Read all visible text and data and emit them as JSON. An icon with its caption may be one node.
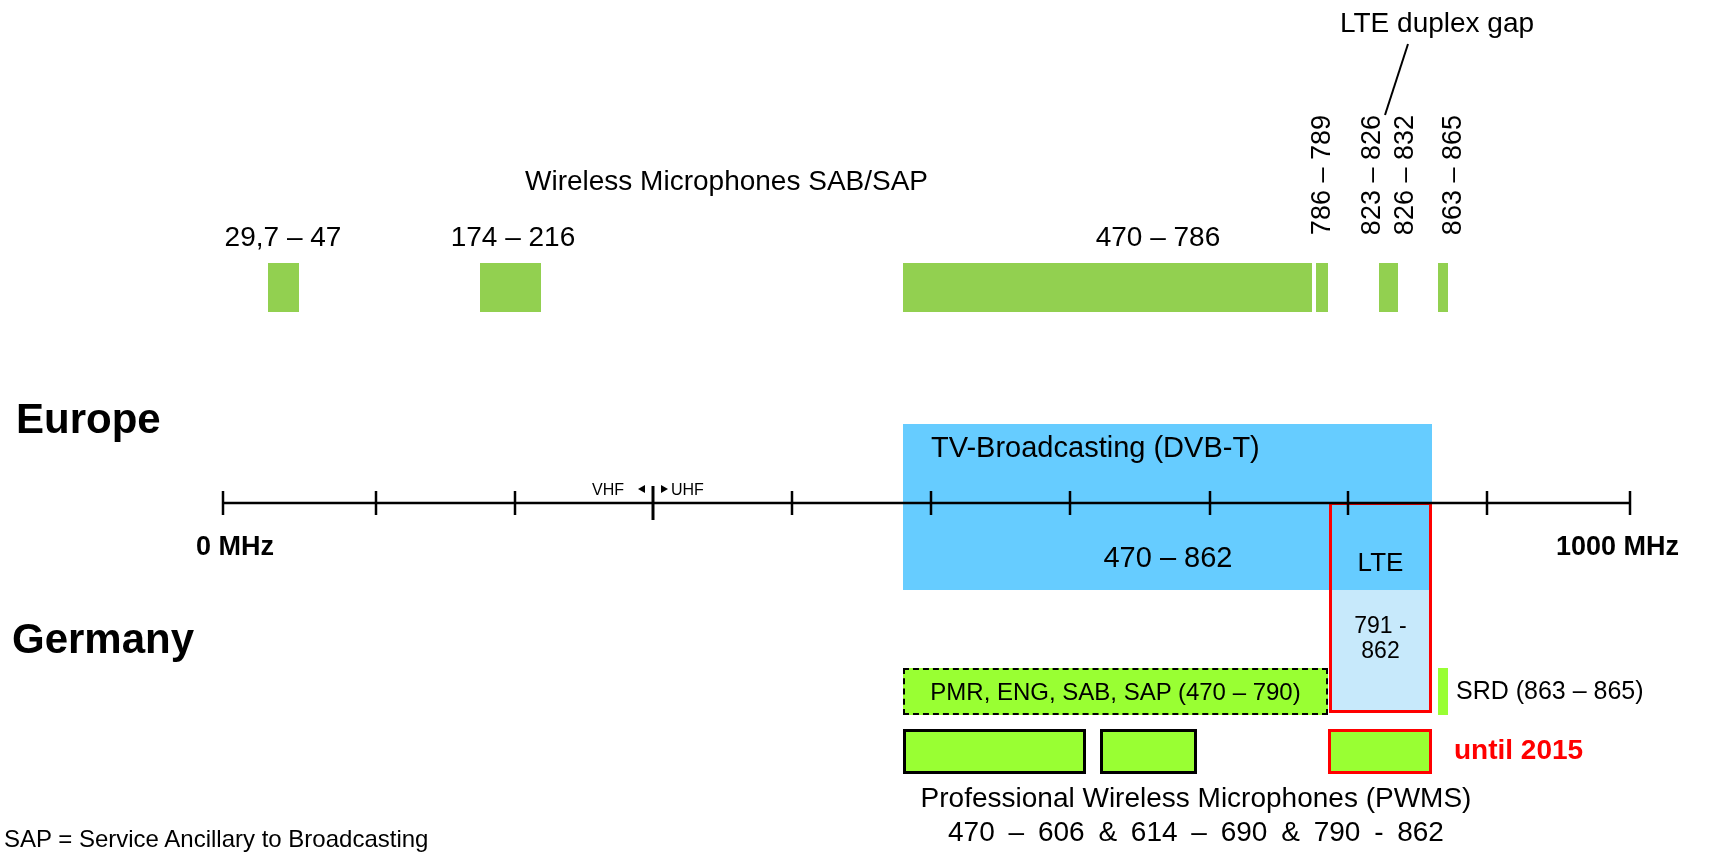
{
  "diagram": {
    "nodes": [
      {
        "text": [
          "29,7 – 47"
        ]
      },
      {
        "text": [
          "174 – 216"
        ]
      },
      {
        "text": [
          "470 – 786"
        ]
      },
      {
        "text": [
          "786 – 789"
        ]
      },
      {
        "text": [
          "LTE duplex gap"
        ]
      },
      {
        "text": [
          "823 – 826",
          "826 – 832"
        ]
      },
      {
        "text": [
          "863 – 865"
        ]
      },
      {
        "text": [
          "TV-Broadcasting (DVB-T)",
          "470 – 862"
        ]
      },
      {
        "text": [
          "LTE",
          "791 - 862"
        ]
      },
      {
        "text": [
          "PMR, ENG, SAB, SAP (470 – 790)"
        ]
      },
      {
        "text": [
          "SRD (863 – 865)"
        ]
      },
      {
        "text": [],
        "shape": "box"
      },
      {
        "text": [],
        "shape": "box"
      },
      {
        "text": [],
        "shape": "box",
        "beside": [
          "until 2015"
        ]
      }
    ],
    "edges": [
      {
        "from": 4,
        "to": 5,
        "arrow": "none"
      }
    ],
    "labels": [
      "Wireless Microphones SAB/SAP",
      "Europe",
      "VHF",
      "UHF",
      "0 MHz",
      "1000 MHz",
      "Germany",
      "Professional Wireless Microphones (PWMS)",
      "470 – 606 & 614 – 690 & 790 - 862",
      "SAP = Service Ancillary to Broadcasting"
    ]
  }
}
